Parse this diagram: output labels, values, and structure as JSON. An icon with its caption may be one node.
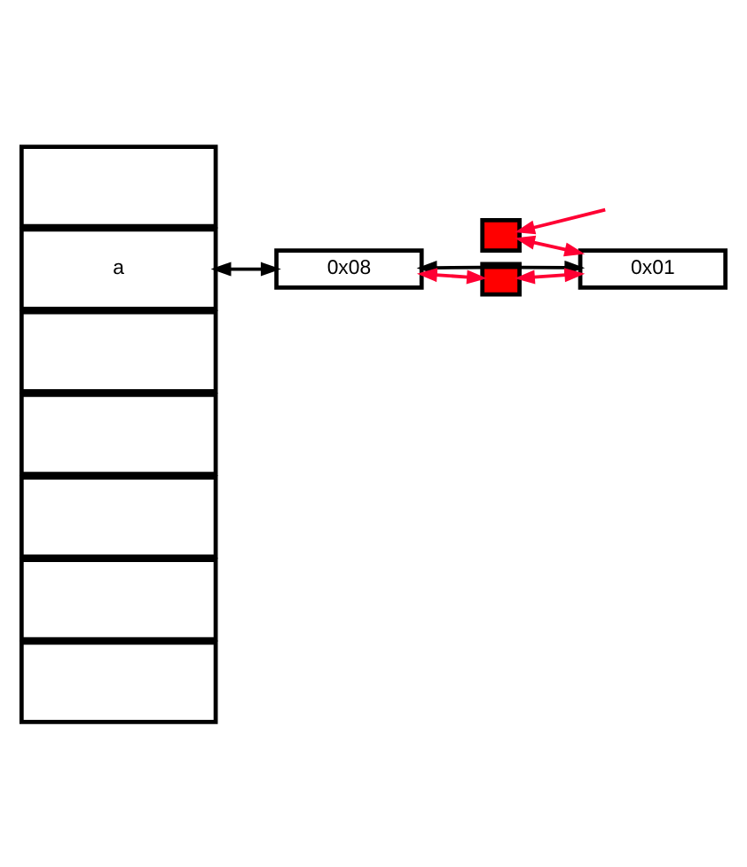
{
  "diagram": {
    "nodes": [
      {
        "text": [],
        "shape": "box"
      },
      {
        "text": [],
        "shape": "box"
      },
      {
        "text": [
          "a"
        ]
      },
      {
        "text": [],
        "shape": "box"
      },
      {
        "text": [],
        "shape": "box"
      },
      {
        "text": [],
        "shape": "box"
      },
      {
        "text": [],
        "shape": "box"
      },
      {
        "text": [],
        "shape": "box"
      },
      {
        "text": [
          "0x08"
        ]
      },
      {
        "text": [
          "0x01"
        ]
      },
      {
        "text": [],
        "shape": "box"
      }
    ],
    "edges": [
      {
        "from": null,
        "to": 0,
        "arrow": "to",
        "color": "#ff0033"
      },
      {
        "from": 0,
        "to": 9,
        "arrow": "both",
        "color": "#ff0033"
      },
      {
        "from": 2,
        "to": 8,
        "arrow": "both",
        "color": "#000000"
      },
      {
        "from": 8,
        "to": 9,
        "arrow": "both",
        "color": "#000000"
      },
      {
        "from": 9,
        "to": 10,
        "arrow": "both",
        "color": "#ff0033"
      },
      {
        "from": 8,
        "to": 10,
        "arrow": "both",
        "color": "#ff0033"
      }
    ]
  }
}
